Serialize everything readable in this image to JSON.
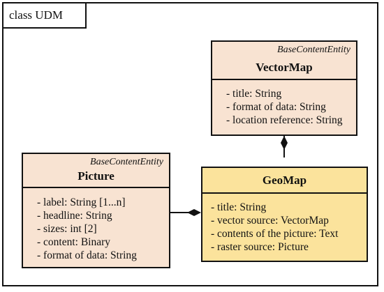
{
  "frame": {
    "label": "class UDM"
  },
  "classes": {
    "vectormap": {
      "stereotype": "BaseContentEntity",
      "name": "VectorMap",
      "attributes": [
        "- title: String",
        "- format of data: String",
        "- location reference: String"
      ]
    },
    "picture": {
      "stereotype": "BaseContentEntity",
      "name": "Picture",
      "attributes": [
        "- label: String [1...n]",
        "- headline: String",
        "- sizes: int [2]",
        "- content: Binary",
        "- format of data: String"
      ]
    },
    "geomap": {
      "name": "GeoMap",
      "attributes": [
        "- title: String",
        "- vector source: VectorMap",
        "- contents of the picture: Text",
        "- raster source: Picture"
      ]
    }
  },
  "colors": {
    "entity_fill": "#f8e3d2",
    "focus_fill": "#fbe39c",
    "line": "#111111"
  }
}
